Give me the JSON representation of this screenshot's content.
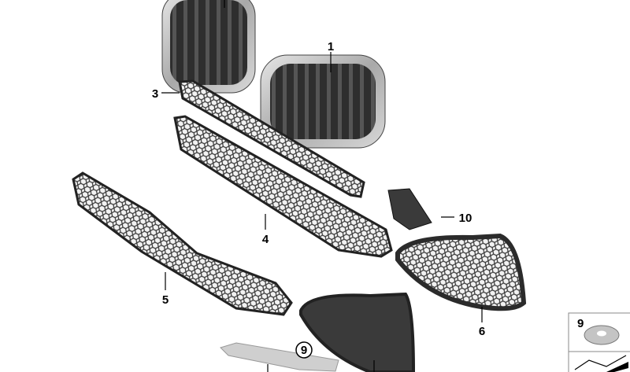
{
  "diagram": {
    "callouts": [
      {
        "id": "1",
        "label": "1"
      },
      {
        "id": "3",
        "label": "3"
      },
      {
        "id": "4",
        "label": "4"
      },
      {
        "id": "5",
        "label": "5"
      },
      {
        "id": "6",
        "label": "6"
      },
      {
        "id": "10",
        "label": "10"
      }
    ],
    "circled_callout": {
      "label": "9"
    },
    "legend_box": {
      "label": "9",
      "icon": "lock-washer-icon",
      "lower_icon": "strip-profile-icon"
    },
    "colors": {
      "slats": "#3a3a3a",
      "chrome": "#c8c8c8",
      "mesh": "#2b2b2b",
      "label": "#000000"
    }
  }
}
